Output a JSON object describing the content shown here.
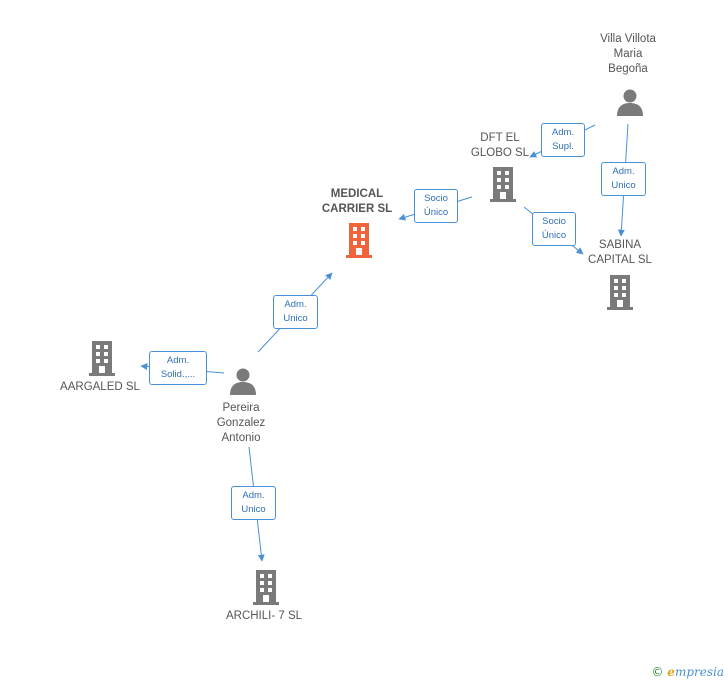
{
  "colors": {
    "edge": "#4a90d9",
    "node_icon": "#7a7a7a",
    "main_icon": "#f0643c",
    "role_text": "#2f6fb8"
  },
  "nodes": {
    "villa": {
      "label": "Villa Villota\nMaria\nBegoña",
      "icon": "person-icon"
    },
    "dft": {
      "label": "DFT EL\nGLOBO SL",
      "icon": "building-icon"
    },
    "medical": {
      "label": "MEDICAL\nCARRIER SL",
      "icon": "building-icon"
    },
    "sabina": {
      "label": "SABINA\nCAPITAL SL",
      "icon": "building-icon"
    },
    "aargaled": {
      "label": "AARGALED SL",
      "icon": "building-icon"
    },
    "pereira": {
      "label": "Pereira\nGonzalez\nAntonio",
      "icon": "person-icon"
    },
    "archili": {
      "label": "ARCHILI- 7 SL",
      "icon": "building-icon"
    }
  },
  "roles": {
    "villa_dft": "Adm.\nSupl.",
    "villa_sabina": "Adm.\nUnico",
    "dft_medical": "Socio\nÚnico",
    "dft_sabina": "Socio\nÚnico",
    "pereira_medical": "Adm.\nUnico",
    "pereira_aargaled": "Adm.\nSolid.,...",
    "pereira_archili": "Adm.\nUnico"
  },
  "watermark": {
    "copyright": "©",
    "brand_initial": "e",
    "brand_rest": "mpresia"
  }
}
